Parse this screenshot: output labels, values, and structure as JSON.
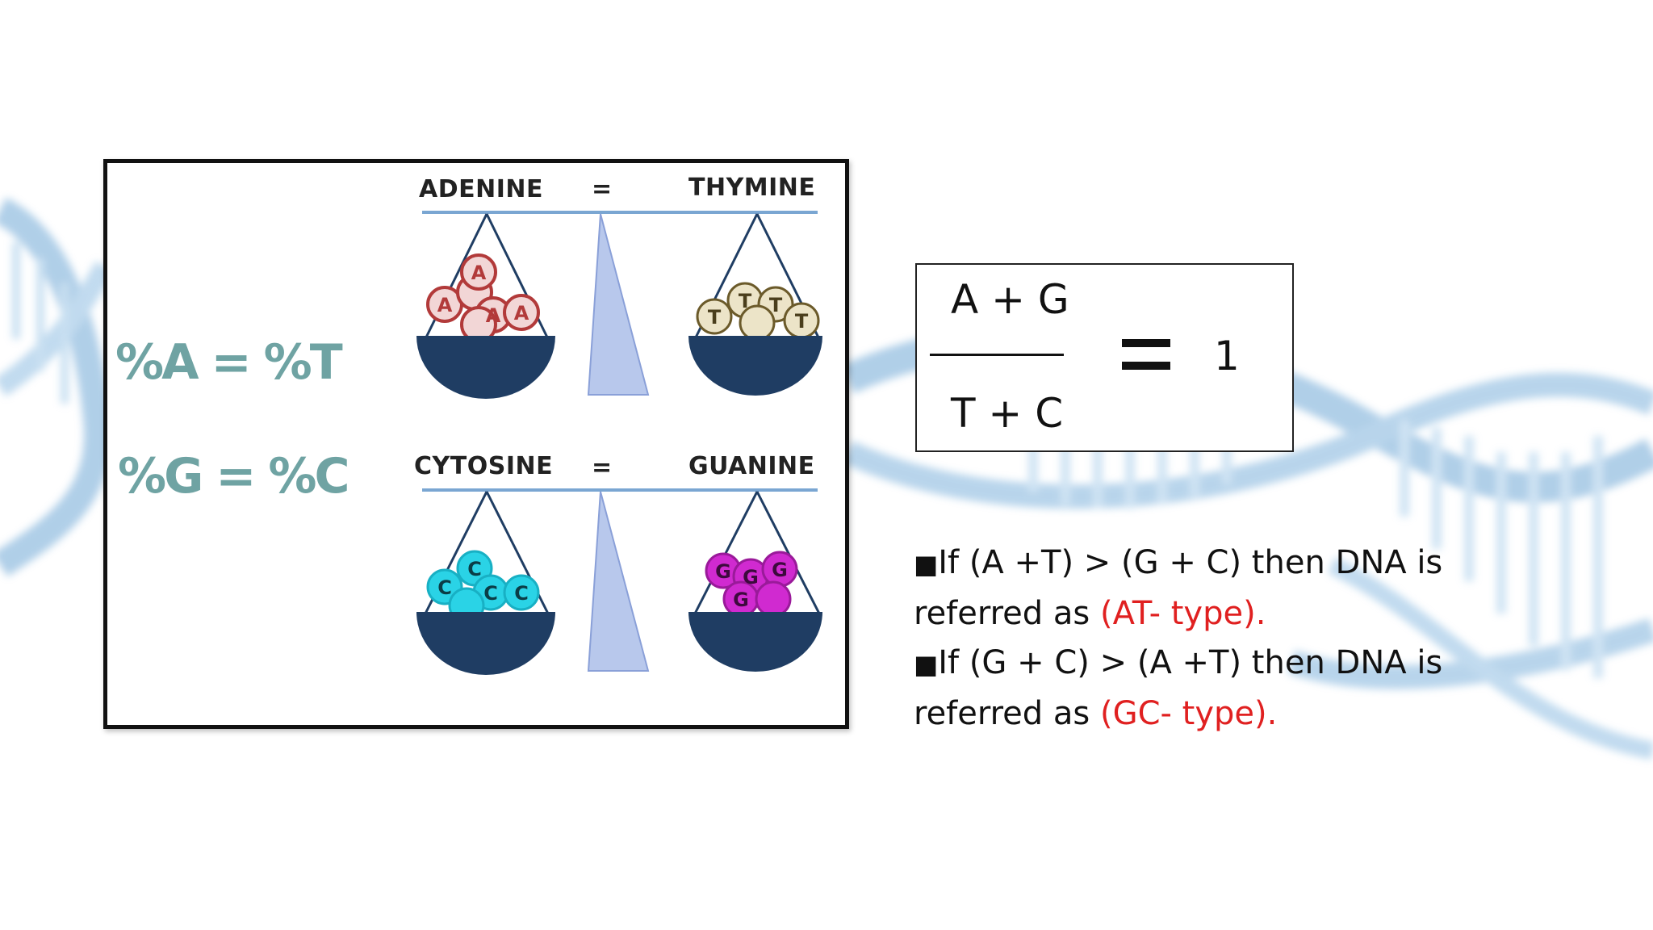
{
  "diagram": {
    "left_equation": "%A = %T",
    "right_equation": "%G = %C",
    "scale_top": {
      "left_label": "ADENINE",
      "equals": "=",
      "right_label": "THYMINE",
      "left_ball_letter": "A",
      "right_ball_letter": "T"
    },
    "scale_bottom": {
      "left_label": "CYTOSINE",
      "equals": "=",
      "right_label": "GUANINE",
      "left_ball_letter": "C",
      "right_ball_letter": "G"
    }
  },
  "formula": {
    "numerator": "A + G",
    "denominator": "T + C",
    "result": "1"
  },
  "rules": {
    "bullet": "■",
    "line1_text": "If (A +T) > (G + C) then DNA is referred as ",
    "line1_type": "(AT- type).",
    "line2_text": "If (G + C) > (A +T) then DNA is referred as ",
    "line2_type": "(GC- type)."
  },
  "colors": {
    "adenine": "#b23a3a",
    "thymine": "#b8a879",
    "cytosine": "#2ad3e6",
    "guanine": "#d02ad0",
    "pan": "#1f3d63",
    "beam": "#7aa6d2",
    "highlight_red": "#e02020"
  }
}
